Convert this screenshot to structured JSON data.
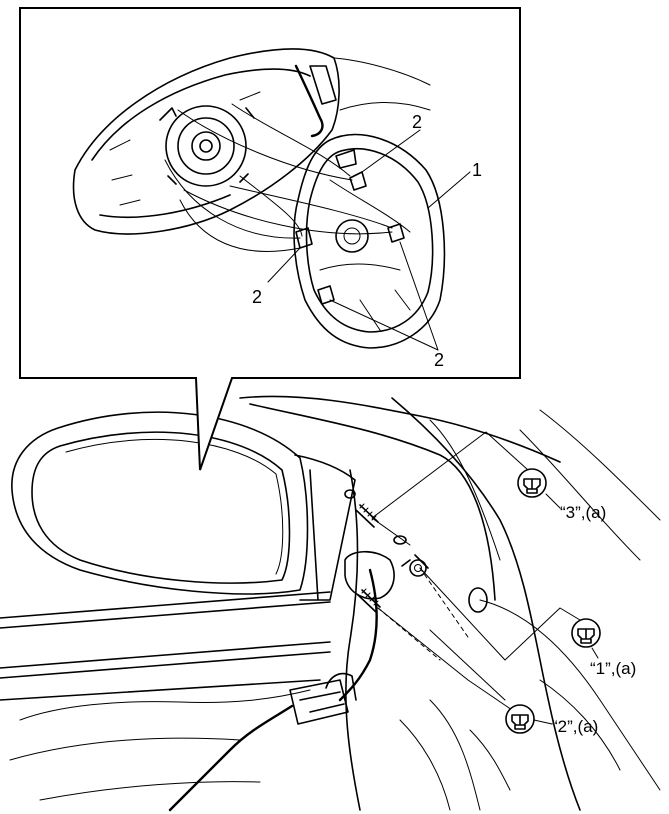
{
  "detail_view": {
    "part_label": "1",
    "clip_labels": [
      "2",
      "2",
      "2"
    ]
  },
  "callouts": [
    {
      "id": "3",
      "text": "“3”,(a)"
    },
    {
      "id": "1",
      "text": "“1”,(a)"
    },
    {
      "id": "2",
      "text": "“2”,(a)"
    }
  ]
}
